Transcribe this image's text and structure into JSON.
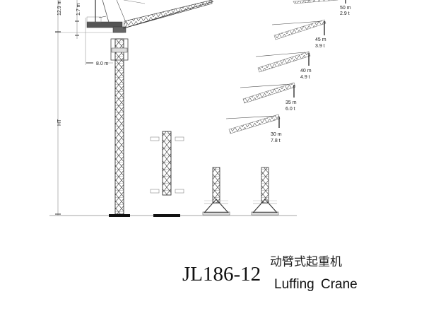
{
  "title_block": {
    "model": "JL186-12",
    "name_cn": "动臂式起重机",
    "name_en": "Luffing Crane"
  },
  "dimensions": {
    "total_top_height": "12.9 m",
    "apex_height": "1.7 m",
    "counter_jib_radius": "8.0 m",
    "tower_height": "HT"
  },
  "jib_positions": [
    {
      "radius": "50 m",
      "load": "2.9 t"
    },
    {
      "radius": "45 m",
      "load": "3.9 t"
    },
    {
      "radius": "40 m",
      "load": "4.9 t"
    },
    {
      "radius": "35 m",
      "load": "6.0 t"
    },
    {
      "radius": "30 m",
      "load": "7.8 t"
    }
  ],
  "components": {
    "main_tower": "tower-crane-mast",
    "tower_section": "mast-section",
    "base_a": "cross-base-a",
    "base_b": "cross-base-b"
  },
  "colors": {
    "line": "#333333",
    "background": "#ffffff",
    "base_fill": "#111111"
  }
}
